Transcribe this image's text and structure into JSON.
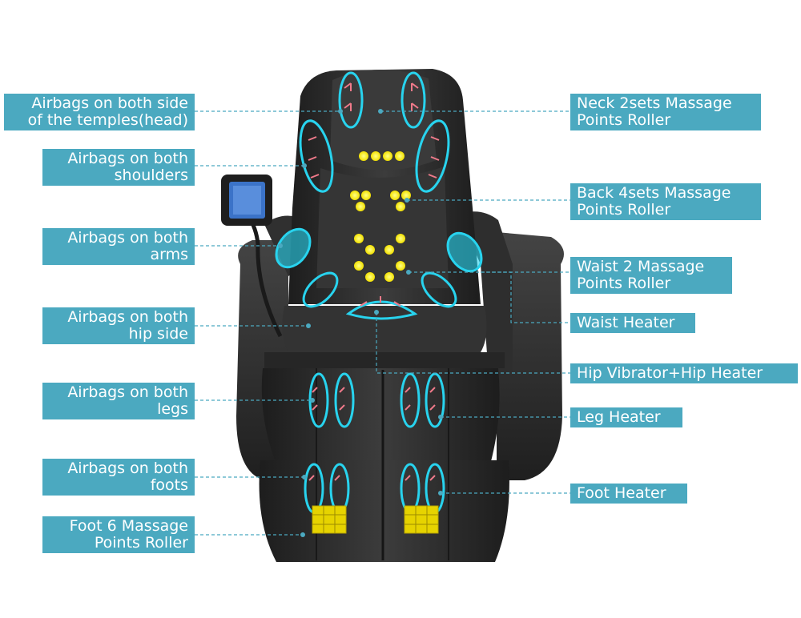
{
  "colors": {
    "label_bg": "#4ba9c0",
    "label_text": "#ffffff",
    "leader_line": "#4ba9c0",
    "chair_body": "#2b2b2b",
    "airbag_outline": "#28d3ee",
    "airbag_arrow": "#f07a8a",
    "roller_dot": "#ffee00"
  },
  "left_labels": [
    {
      "id": "temples",
      "lines": [
        "Airbags on both side",
        "of the temples(head)"
      ]
    },
    {
      "id": "shoulders",
      "lines": [
        "Airbags on both",
        "shoulders"
      ]
    },
    {
      "id": "arms",
      "lines": [
        "Airbags on both",
        "arms"
      ]
    },
    {
      "id": "hip-side",
      "lines": [
        "Airbags on both",
        "hip side"
      ]
    },
    {
      "id": "legs",
      "lines": [
        "Airbags on both",
        "legs"
      ]
    },
    {
      "id": "foots",
      "lines": [
        "Airbags on both",
        "foots"
      ]
    },
    {
      "id": "foot-roller",
      "lines": [
        "Foot 6 Massage",
        "Points Roller"
      ]
    }
  ],
  "right_labels": [
    {
      "id": "neck-roller",
      "lines": [
        "Neck 2sets Massage",
        "Points Roller"
      ]
    },
    {
      "id": "back-roller",
      "lines": [
        "Back 4sets Massage",
        "Points Roller"
      ]
    },
    {
      "id": "waist-roller",
      "lines": [
        "Waist 2 Massage",
        "Points Roller"
      ]
    },
    {
      "id": "waist-heater",
      "lines": [
        "Waist Heater"
      ]
    },
    {
      "id": "hip-vibrator",
      "lines": [
        "Hip Vibrator+Hip Heater"
      ]
    },
    {
      "id": "leg-heater",
      "lines": [
        "Leg Heater"
      ]
    },
    {
      "id": "foot-heater",
      "lines": [
        "Foot Heater"
      ]
    }
  ]
}
